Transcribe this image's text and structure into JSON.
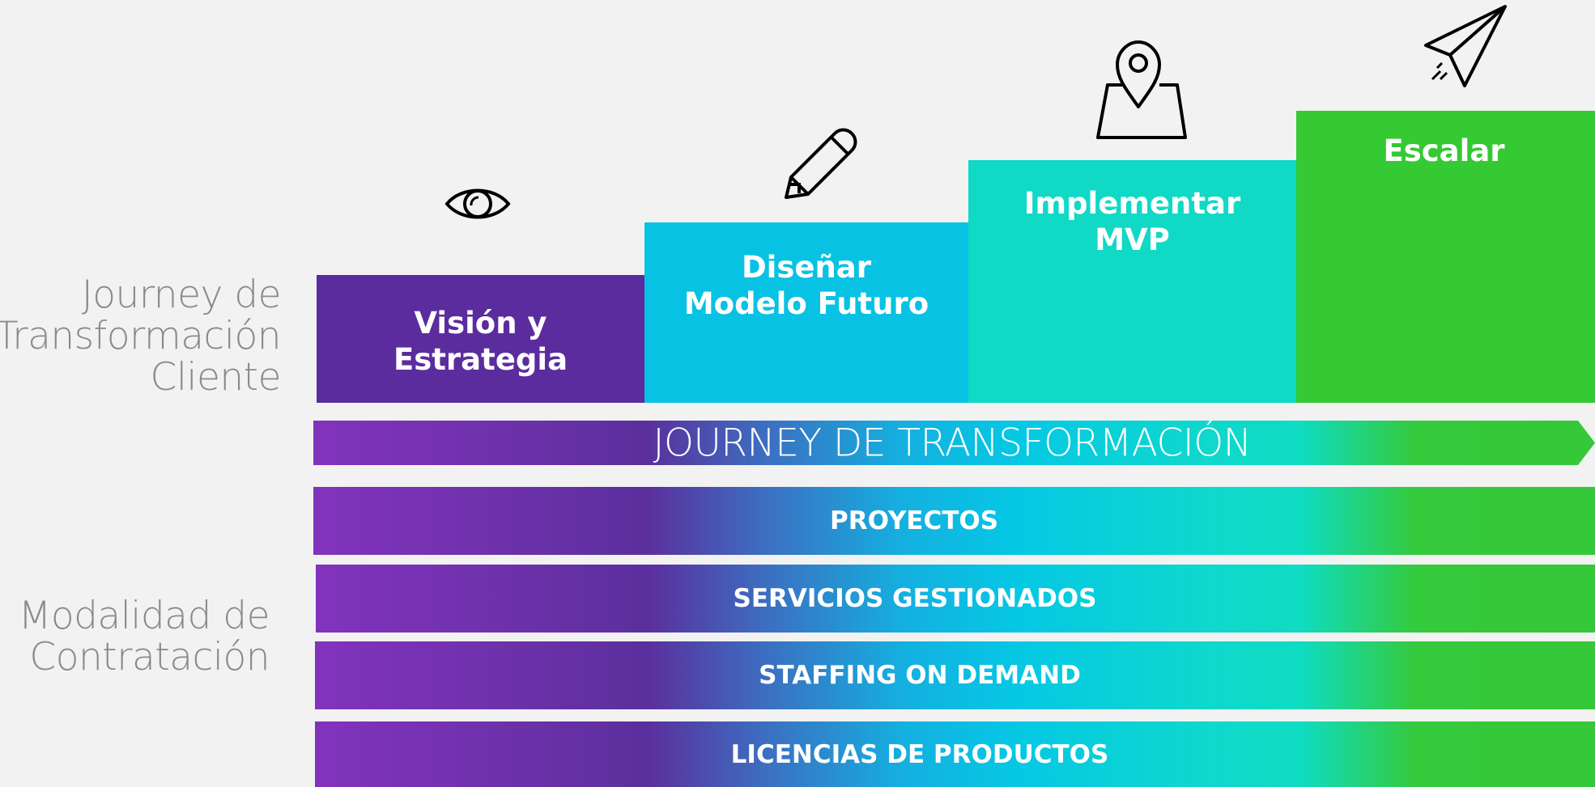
{
  "side_labels": {
    "journey": [
      "Journey de",
      "Transformación",
      "Cliente"
    ],
    "contract": [
      "Modalidad de",
      "Contratación"
    ]
  },
  "steps": [
    {
      "lines": [
        "Visión y",
        "Estrategia"
      ],
      "color": "#5b2c9e",
      "icon": "eye-icon"
    },
    {
      "lines": [
        "Diseñar",
        "Modelo Futuro"
      ],
      "color": "#08c2e4",
      "icon": "pencil-icon"
    },
    {
      "lines": [
        "Implementar",
        "MVP"
      ],
      "color": "#10d9c6",
      "icon": "map-pin-icon"
    },
    {
      "lines": [
        "Escalar"
      ],
      "color": "#35c933",
      "icon": "paper-plane-icon"
    }
  ],
  "arrow_label": "JOURNEY DE TRANSFORMACIÓN",
  "bands": [
    "PROYECTOS",
    "SERVICIOS GESTIONADOS",
    "STAFFING ON DEMAND",
    "LICENCIAS DE PRODUCTOS"
  ],
  "gradient_colors": [
    "#8233bd",
    "#5b2f9d",
    "#05c8e4",
    "#0fdcc2",
    "#35c838"
  ]
}
